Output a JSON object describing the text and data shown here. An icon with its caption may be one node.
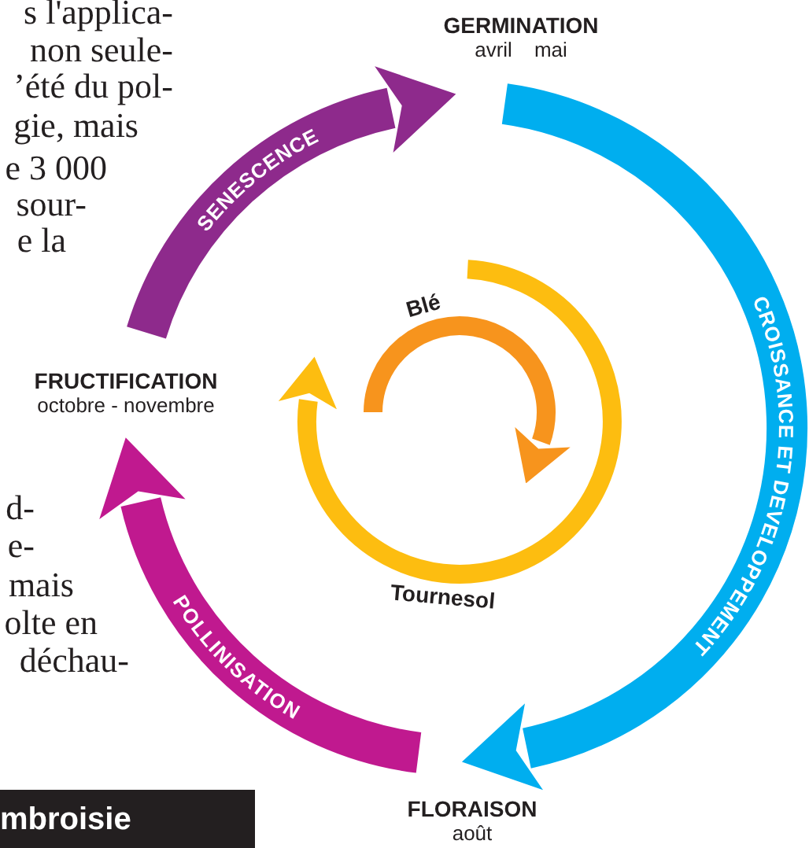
{
  "diagram": {
    "nodes": [
      {
        "text": [
          "GERMINATION",
          "avril",
          "mai"
        ]
      },
      {
        "text": [
          "FLORAISON",
          "août"
        ]
      },
      {
        "text": [
          "FRUCTIFICATION",
          "octobre - novembre"
        ]
      }
    ],
    "edges": [
      {
        "from": 0,
        "to": 1,
        "arrow": "to",
        "label": "CROISSANCE ET DEVELOPPEMENT",
        "color": "#00aeef"
      },
      {
        "from": 1,
        "to": 2,
        "arrow": "to",
        "label": "POLLINISATION",
        "color": "#c0198f"
      },
      {
        "from": 2,
        "to": 0,
        "arrow": "to",
        "label": "SENESCENCE",
        "color": "#8e2a8c"
      }
    ],
    "labels": [
      "s l'applica-",
      "non seule-",
      "’été du pol-",
      "gie, mais",
      "e 3 000",
      "sour-",
      "e la",
      "d-",
      "e-",
      "mais",
      "olte en",
      "déchau-",
      "Blé",
      "Tournesol",
      "mbroisie"
    ]
  }
}
